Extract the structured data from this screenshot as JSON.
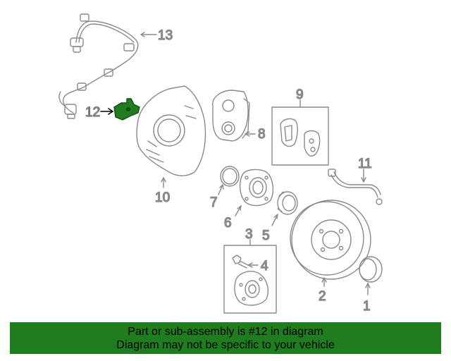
{
  "diagram": {
    "callouts": {
      "p1": "1",
      "p2": "2",
      "p3": "3",
      "p4": "4",
      "p5": "5",
      "p6": "6",
      "p7": "7",
      "p8": "8",
      "p9": "9",
      "p10": "10",
      "p11": "11",
      "p12": "12",
      "p13": "13"
    },
    "highlighted_part": "12"
  },
  "colors": {
    "line": "#8a8a8a",
    "highlight_fill": "#1f7d1f",
    "banner_bg": "#1f7d1f",
    "banner_text": "#000000"
  },
  "banner": {
    "line1": "Part or sub-assembly is #12 in diagram",
    "line2": "Diagram may not be specific to your vehicle"
  }
}
